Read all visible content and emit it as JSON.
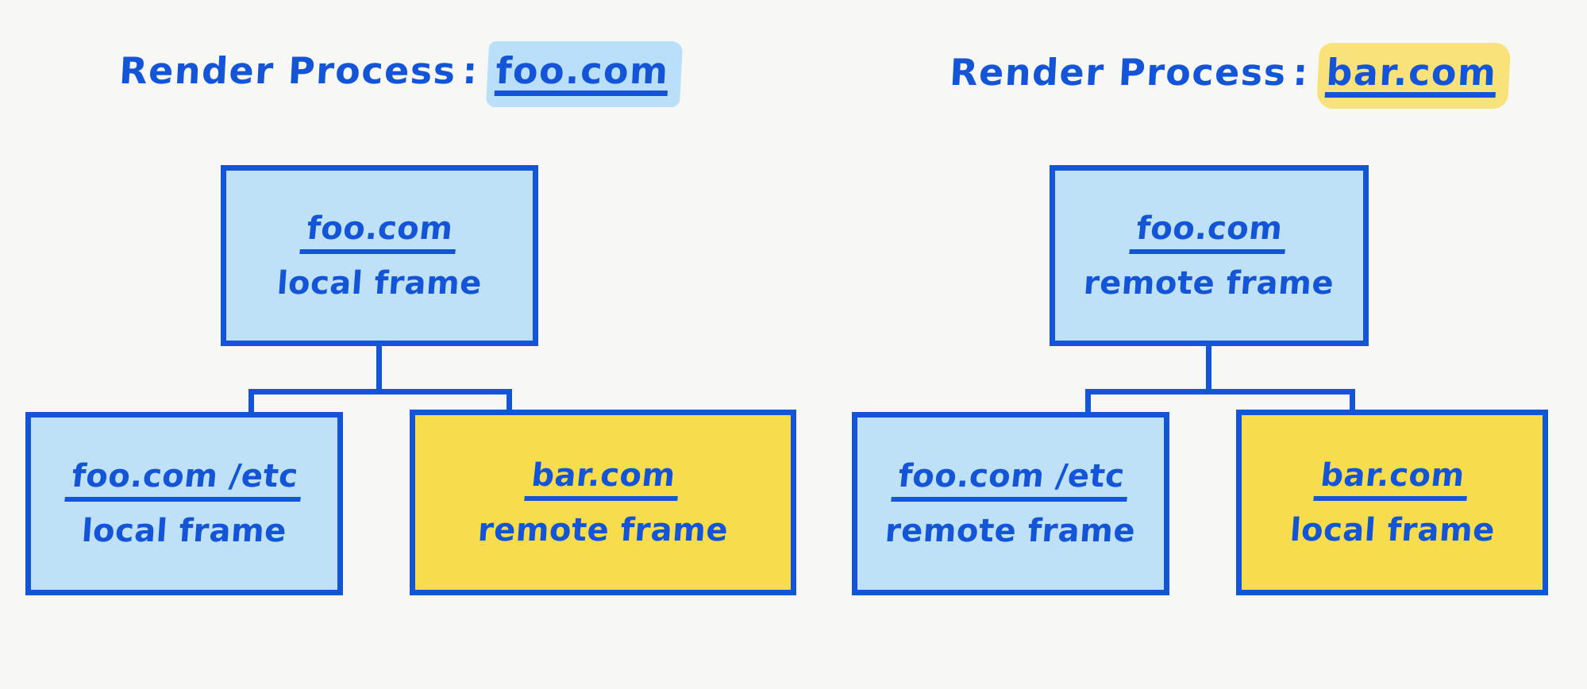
{
  "background_color": "#f7f7f5",
  "ink_color": "#1355d6",
  "palette": {
    "blue_fill": "#bfe1f8",
    "yellow_fill": "#f7dc4c",
    "blue_highlight": "#b9dffa",
    "yellow_highlight": "#f9e27a"
  },
  "diagrams": [
    {
      "id": "left",
      "title": {
        "label": "Render Process",
        "separator": ":",
        "value": "foo.com",
        "highlight": "blue"
      },
      "root": {
        "origin": "foo.com",
        "kind": "local frame",
        "fill": "blue"
      },
      "children": [
        {
          "origin": "foo.com /etc",
          "kind": "local frame",
          "fill": "blue"
        },
        {
          "origin": "bar.com",
          "kind": "remote frame",
          "fill": "yellow"
        }
      ]
    },
    {
      "id": "right",
      "title": {
        "label": "Render Process",
        "separator": ":",
        "value": "bar.com",
        "highlight": "yellow"
      },
      "root": {
        "origin": "foo.com",
        "kind": "remote frame",
        "fill": "blue"
      },
      "children": [
        {
          "origin": "foo.com /etc",
          "kind": "remote frame",
          "fill": "blue"
        },
        {
          "origin": "bar.com",
          "kind": "local frame",
          "fill": "yellow"
        }
      ]
    }
  ]
}
